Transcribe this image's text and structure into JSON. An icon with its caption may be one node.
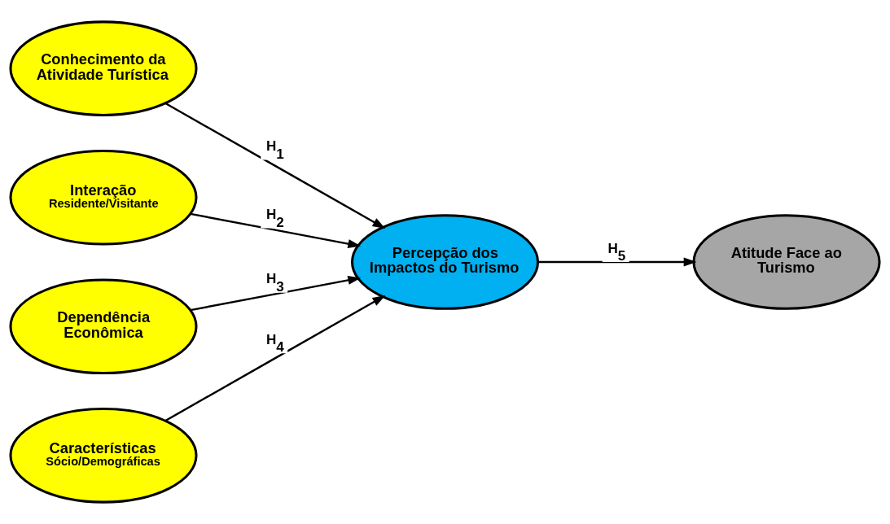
{
  "diagram": {
    "nodes": [
      {
        "text": [
          "Conhecimento da Atividade Turística"
        ]
      },
      {
        "text": [
          "Interação",
          "Residente/Visitante"
        ]
      },
      {
        "text": [
          "Dependência Econômica"
        ]
      },
      {
        "text": [
          "Características",
          "Sócio/Demográficas"
        ]
      },
      {
        "text": [
          "Percepção dos Impactos do Turismo"
        ]
      },
      {
        "text": [
          "Atitude Face ao Turismo"
        ]
      }
    ],
    "edges": [
      {
        "from": 0,
        "to": 4,
        "arrow": "to",
        "label": "H$_{1}$"
      },
      {
        "from": 1,
        "to": 4,
        "arrow": "to",
        "label": "H$_{2}$"
      },
      {
        "from": 2,
        "to": 4,
        "arrow": "to",
        "label": "H$_{3}$"
      },
      {
        "from": 3,
        "to": 4,
        "arrow": "to",
        "label": "H$_{4}$"
      },
      {
        "from": 4,
        "to": 5,
        "arrow": "to",
        "label": "H$_{5}$"
      }
    ]
  }
}
